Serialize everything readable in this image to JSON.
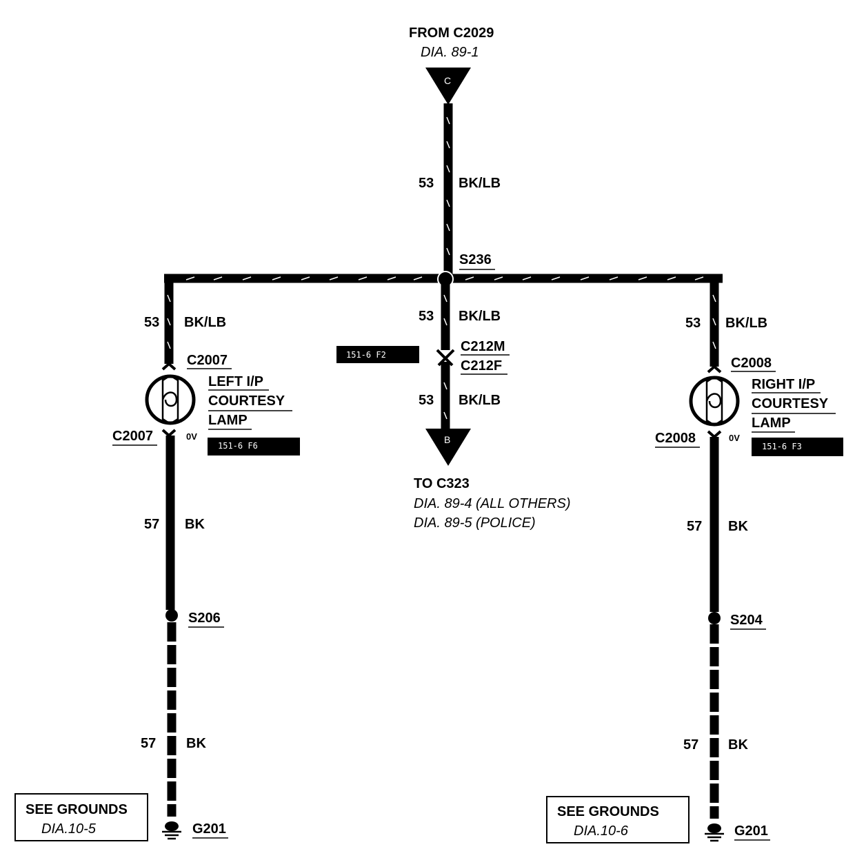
{
  "top_connector": {
    "title": "FROM C2029",
    "ref": "DIA. 89-1",
    "letter": "C"
  },
  "main_wire": {
    "circuit": "53",
    "color": "BK/LB"
  },
  "splice_top": "S236",
  "center": {
    "wire_upper": {
      "circuit": "53",
      "color": "BK/LB"
    },
    "connector_m": "C212M",
    "connector_f": "C212F",
    "locator": "151-6 F2",
    "wire_lower": {
      "circuit": "53",
      "color": "BK/LB"
    },
    "letter": "B",
    "to_title": "TO C323",
    "ref_1": "DIA. 89-4 (ALL OTHERS)",
    "ref_2": "DIA. 89-5 (POLICE)"
  },
  "left": {
    "feed_wire": {
      "circuit": "53",
      "color": "BK/LB"
    },
    "connector_top": "C2007",
    "lamp_line1": "LEFT I/P",
    "lamp_line2": "COURTESY",
    "lamp_line3": "LAMP",
    "connector_bottom": "C2007",
    "voltage": "0V",
    "locator": "151-6 F6",
    "ground_wire_upper": {
      "circuit": "57",
      "color": "BK"
    },
    "splice": "S206",
    "ground_wire_lower": {
      "circuit": "57",
      "color": "BK"
    },
    "ground": "G201",
    "see_title": "SEE GROUNDS",
    "see_ref": "DIA.10-5"
  },
  "right": {
    "feed_wire": {
      "circuit": "53",
      "color": "BK/LB"
    },
    "connector_top": "C2008",
    "lamp_line1": "RIGHT I/P",
    "lamp_line2": "COURTESY",
    "lamp_line3": "LAMP",
    "connector_bottom": "C2008",
    "voltage": "0V",
    "locator": "151-6 F3",
    "ground_wire_upper": {
      "circuit": "57",
      "color": "BK"
    },
    "splice": "S204",
    "ground_wire_lower": {
      "circuit": "57",
      "color": "BK"
    },
    "ground": "G201",
    "see_title": "SEE GROUNDS",
    "see_ref": "DIA.10-6"
  }
}
